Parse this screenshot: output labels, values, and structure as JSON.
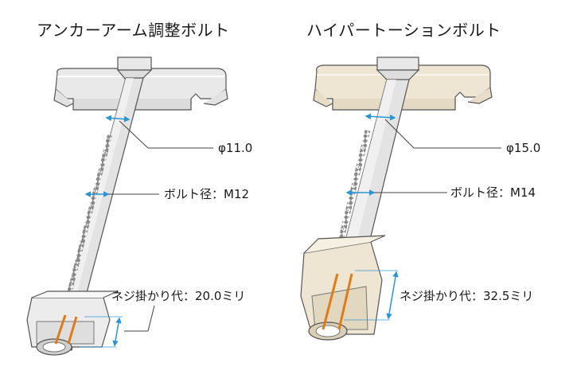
{
  "left": {
    "title": "アンカーアーム調整ボルト",
    "diameter_label": "φ11.0",
    "bolt_label": "ボルト径：M12",
    "thread_label": "ネジ掛かり代：20.0ミリ"
  },
  "right": {
    "title": "ハイパートーションボルト",
    "diameter_label": "φ15.0",
    "bolt_label": "ボルト径：M14",
    "thread_label": "ネジ掛かり代：32.5ミリ"
  },
  "colors": {
    "arm_left": "#e9e9e9",
    "arm_right": "#eee5d3",
    "bolt": "#e3e3e3",
    "outline": "#555555",
    "measure": "#2a95d6",
    "thread_engagement": "#e07b1a"
  }
}
